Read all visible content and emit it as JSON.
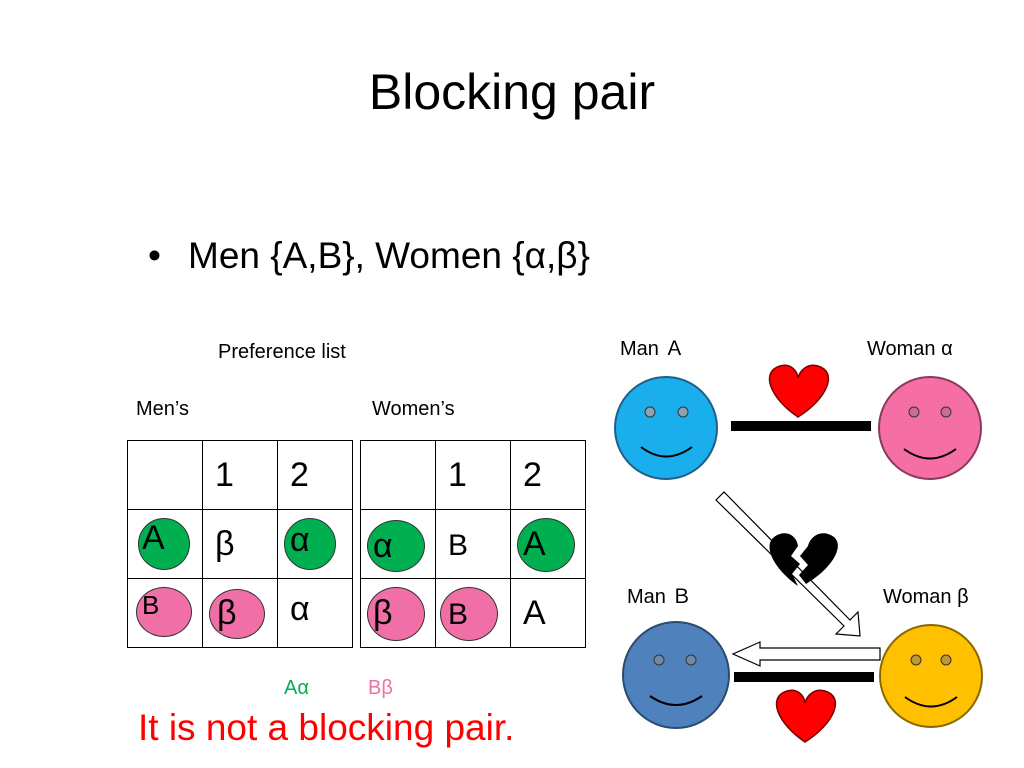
{
  "slide": {
    "title": "Blocking pair",
    "bullet": {
      "marker": "•",
      "text": "Men {A,B}, Women {α,β}"
    },
    "verdict": "It is not a blocking pair."
  },
  "preference": {
    "title": "Preference list",
    "men_title": "Men’s",
    "women_title": "Women’s",
    "men_table": {
      "header": [
        "",
        "1",
        "2"
      ],
      "rows": [
        [
          "A",
          "β",
          "α"
        ],
        [
          "B",
          "β",
          "α"
        ]
      ]
    },
    "women_table": {
      "header": [
        "",
        "1",
        "2"
      ],
      "rows": [
        [
          "α",
          "B",
          "A"
        ],
        [
          "β",
          "B",
          "A"
        ]
      ]
    },
    "legend": {
      "pair_a": "Aα",
      "pair_b": "Bβ"
    }
  },
  "diagram": {
    "man_a_label": "Man Ａ",
    "woman_alpha_label": "Woman α",
    "man_b_label": "Man Ｂ",
    "woman_beta_label": "Woman β"
  },
  "colors": {
    "green": "#00b050",
    "pink": "#ef6fa6",
    "legend_green": "#00b050",
    "legend_pink": "#ef6fa6",
    "verdict_red": "#ff0000",
    "man_a_face": "#1aafec",
    "woman_alpha_face": "#f56fa4",
    "man_b_face": "#4f81bd",
    "woman_beta_face": "#ffc000",
    "heart_red": "#ff0000",
    "broken_heart": "#000000"
  }
}
